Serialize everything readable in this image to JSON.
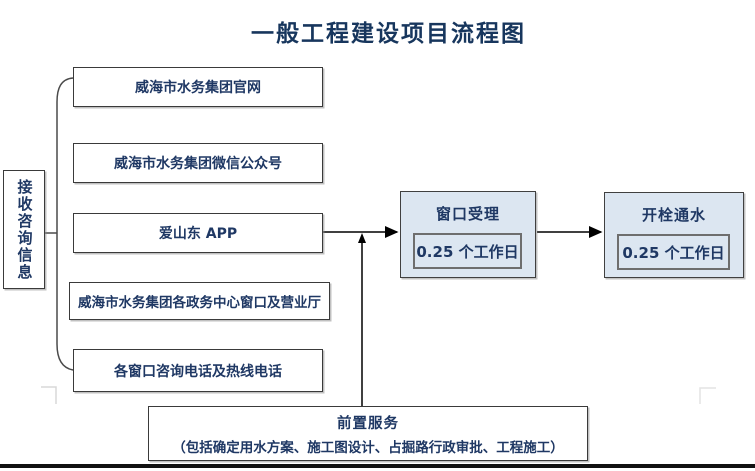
{
  "title": "一般工程建设项目流程图",
  "left_group": {
    "label": "接收咨询信息",
    "channels": [
      "威海市水务集团官网",
      "威海市水务集团微信公众号",
      "爱山东 APP",
      "威海市水务集团各政务中心窗口及营业厅",
      "各窗口咨询电话及热线电话"
    ]
  },
  "steps": [
    {
      "title": "窗口受理",
      "duration": "0.25 个工作日"
    },
    {
      "title": "开栓通水",
      "duration": "0.25 个工作日"
    }
  ],
  "pre_service": {
    "title": "前置服务",
    "detail": "（包括确定用水方案、施工图设计、占掘路行政审批、工程施工）"
  },
  "colors": {
    "text_navy": "#1F3864",
    "step_fill": "#DCE6F1",
    "border_dark": "#3A3A3A",
    "rule_black": "#111111"
  }
}
